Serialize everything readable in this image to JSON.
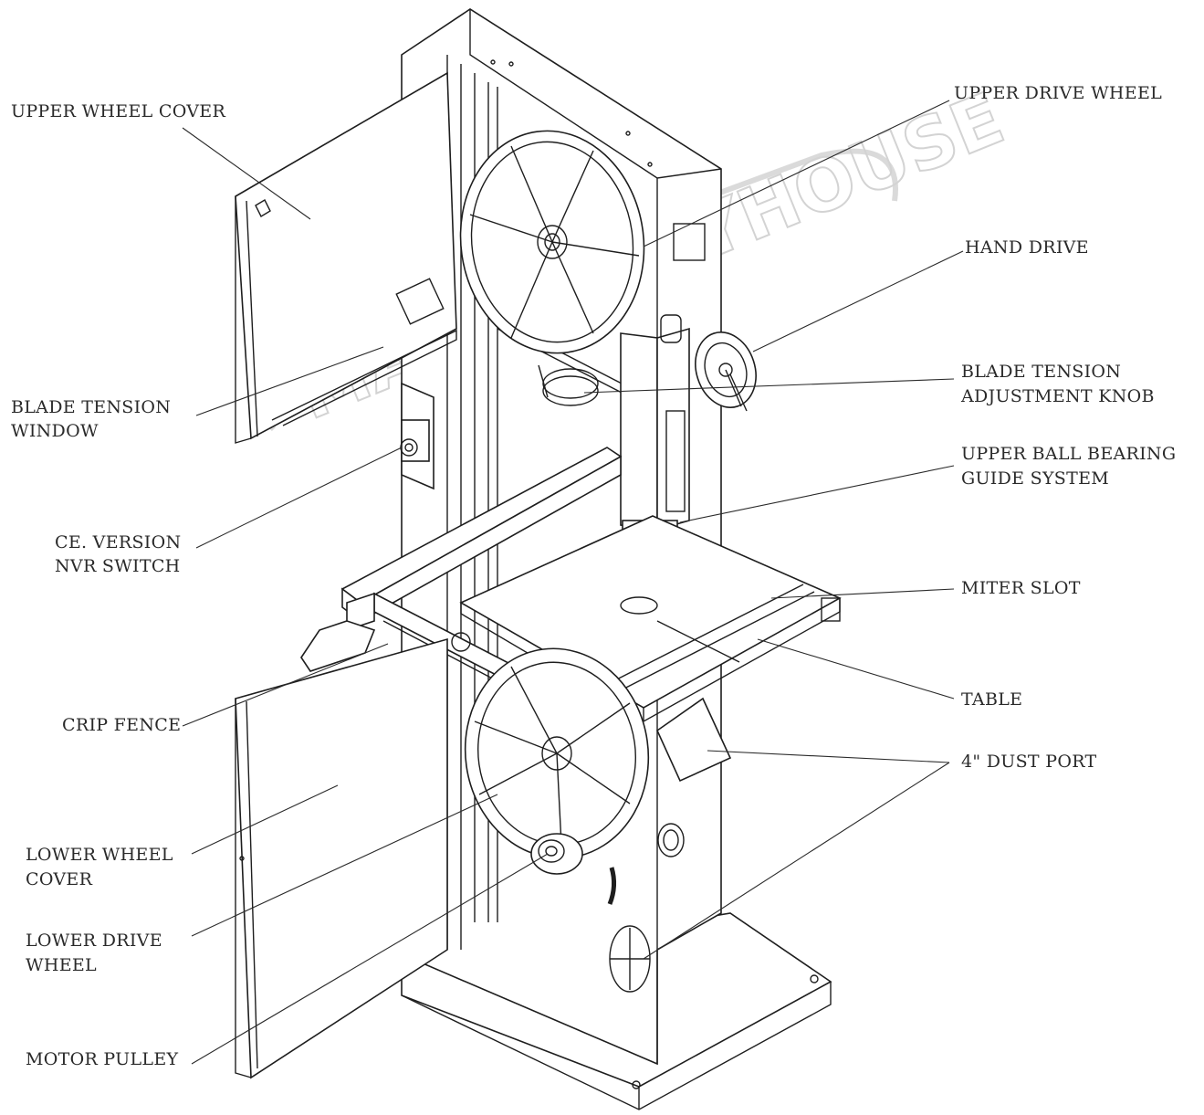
{
  "watermark": "MACHINERYHOUSE",
  "labels": {
    "upper_wheel_cover": "UPPER WHEEL COVER",
    "upper_drive_wheel": "UPPER DRIVE WHEEL",
    "hand_drive": "HAND DRIVE",
    "blade_tension_knob_1": "BLADE TENSION",
    "blade_tension_knob_2": "ADJUSTMENT KNOB",
    "upper_ball_bearing_1": "UPPER BALL BEARING",
    "upper_ball_bearing_2": "GUIDE SYSTEM",
    "blade_tension_window_1": "BLADE TENSION",
    "blade_tension_window_2": "WINDOW",
    "ce_version_1": "CE. VERSION",
    "ce_version_2": "NVR SWITCH",
    "miter_slot": "MITER SLOT",
    "table": "TABLE",
    "crip_fence": "CRIP FENCE",
    "dust_port": "4\" DUST PORT",
    "lower_wheel_cover_1": "LOWER WHEEL",
    "lower_wheel_cover_2": "COVER",
    "lower_drive_wheel_1": "LOWER DRIVE",
    "lower_drive_wheel_2": "WHEEL",
    "motor_pulley": "MOTOR PULLEY"
  }
}
